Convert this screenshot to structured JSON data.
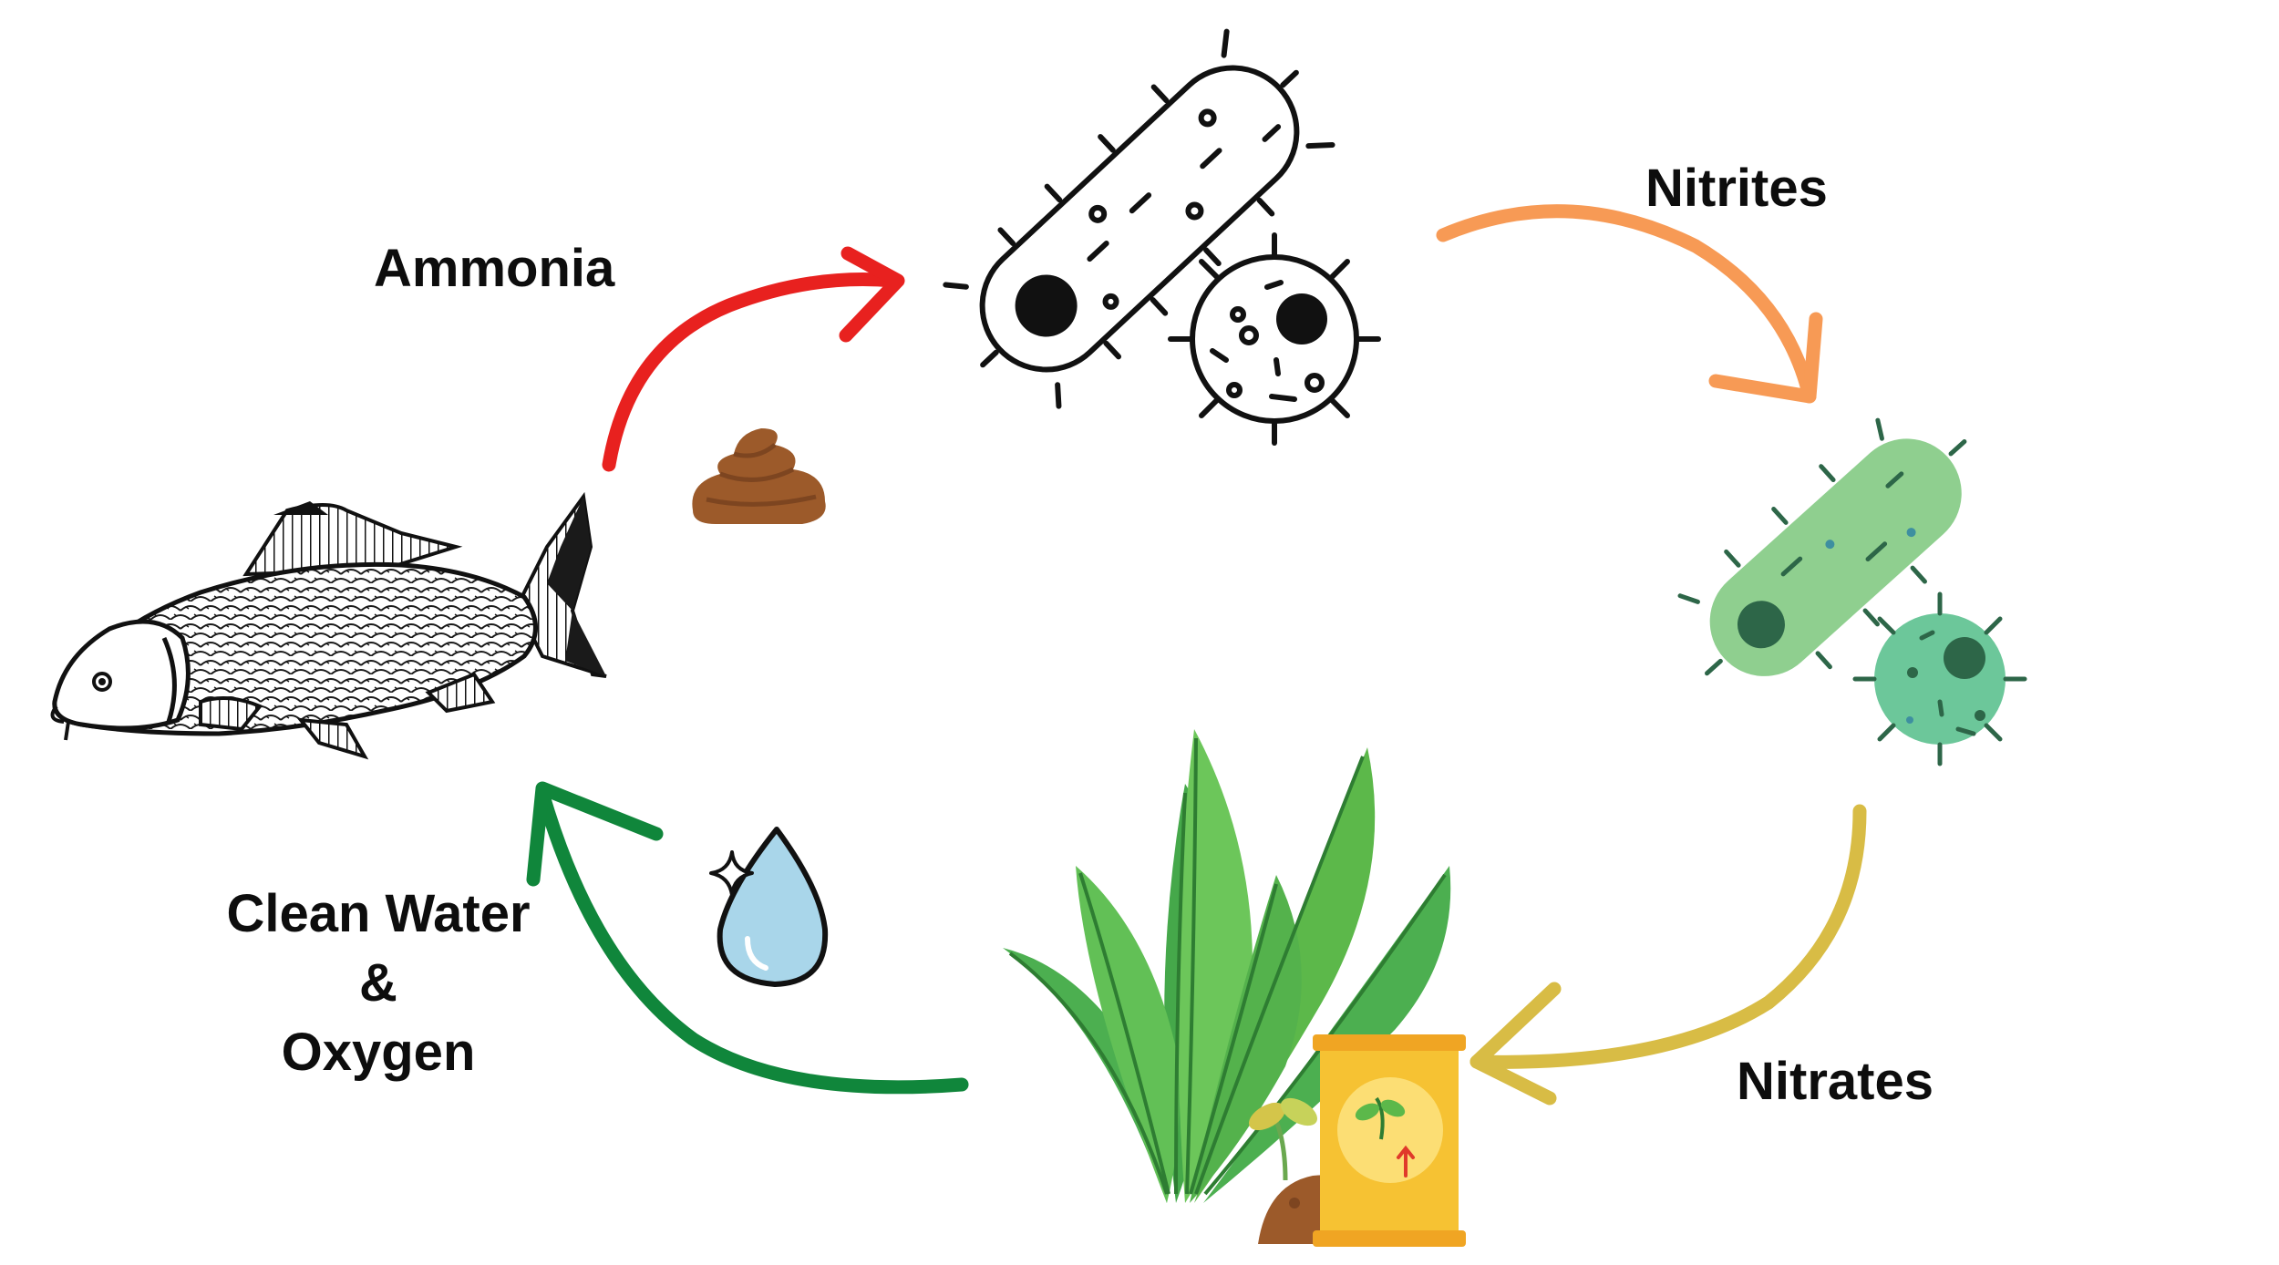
{
  "labels": {
    "ammonia": "Ammonia",
    "nitrites": "Nitrites",
    "nitrates": "Nitrates",
    "clean_water_line1": "Clean Water",
    "clean_water_line2": "&",
    "clean_water_line3": "Oxygen"
  },
  "icons": {
    "fish": "carp-fish-icon",
    "waste": "fish-waste-icon",
    "bacteria_1": "nitrosomonas-bacteria-icon",
    "bacteria_2": "nitrobacter-bacteria-icon",
    "plant": "aquatic-plant-icon",
    "fertilizer": "fertilizer-bag-icon",
    "water_drop": "clean-water-drop-icon"
  },
  "colors": {
    "arrow_ammonia": "#e8211f",
    "arrow_nitrites": "#f79a55",
    "arrow_nitrates": "#d8bc45",
    "arrow_clean_water": "#10863b",
    "bacteria_green": "#8fcf8f",
    "bacteria_teal": "#6cc79a",
    "plant_green": "#5cb84a",
    "waste_brown": "#9c5a2a",
    "water_blue": "#a9d6ea"
  }
}
